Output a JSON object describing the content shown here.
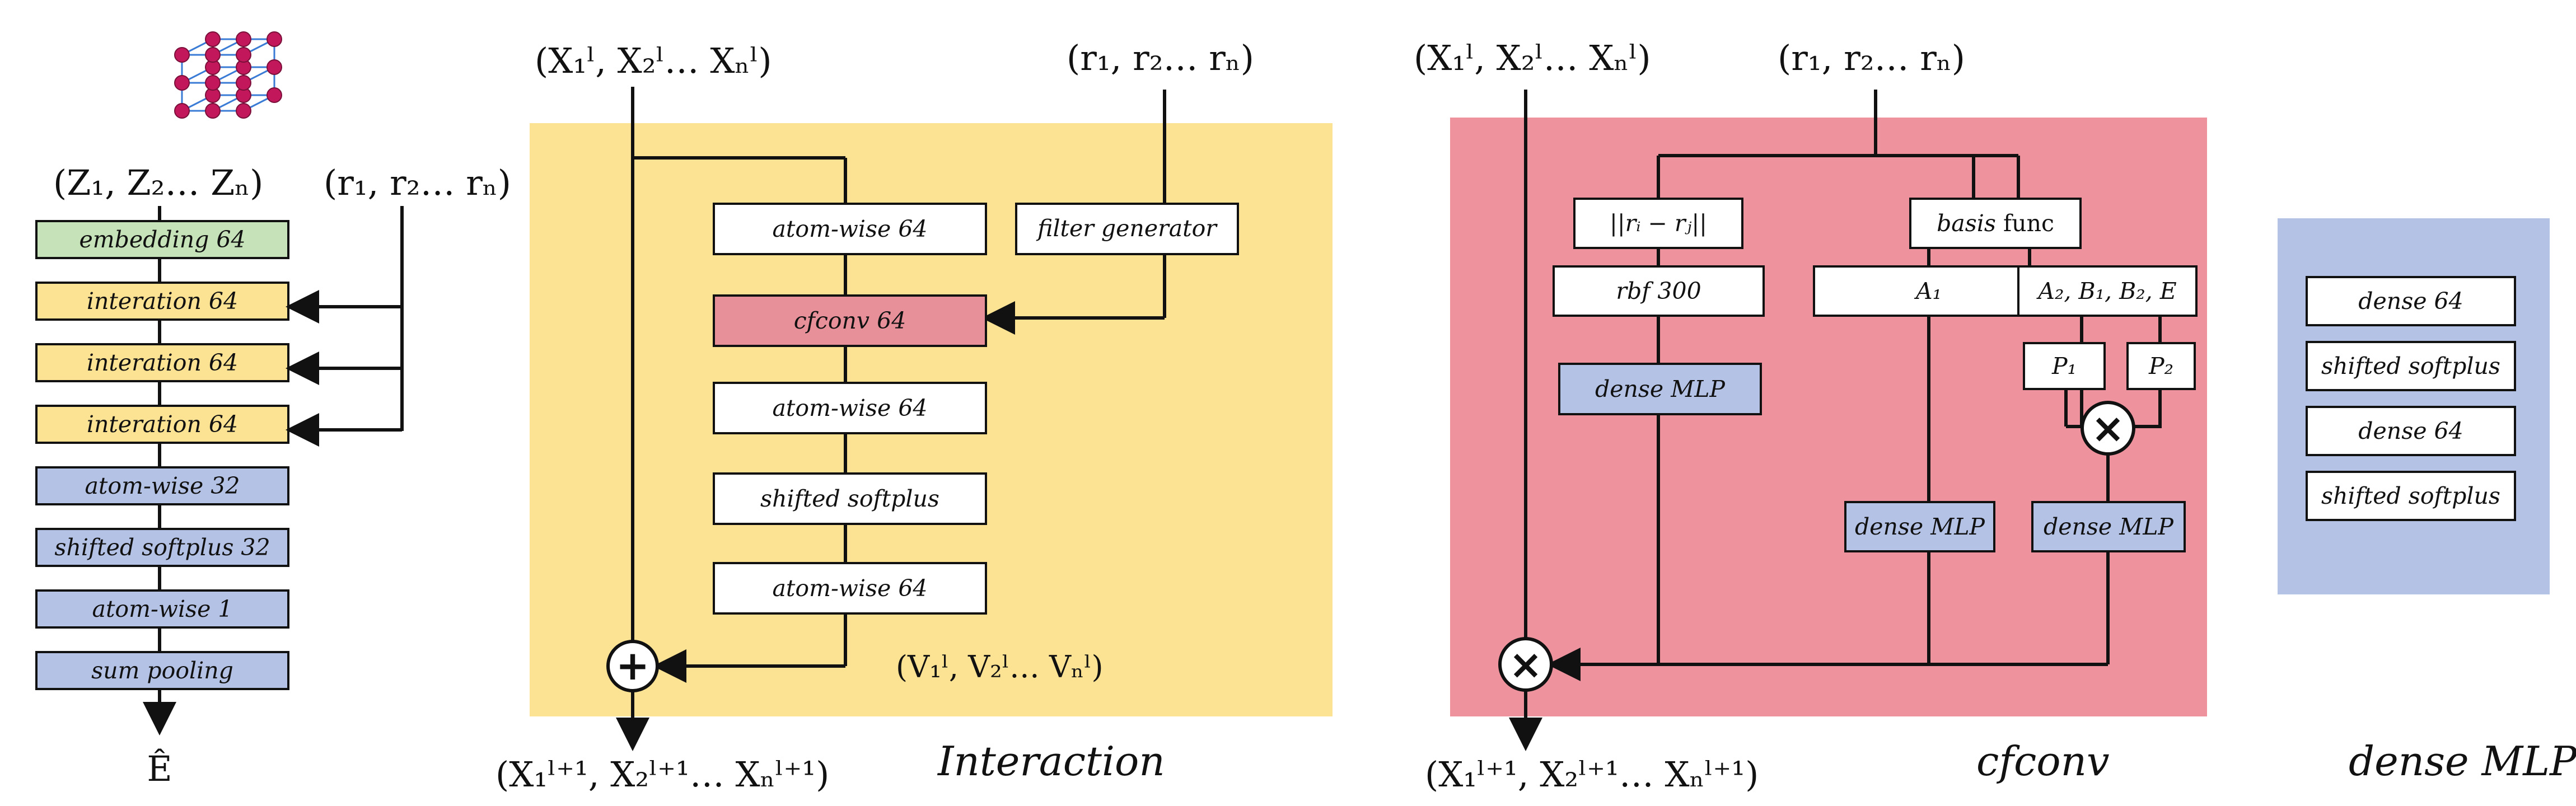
{
  "colors": {
    "embedding": "#c6e2b8",
    "interaction": "#fce293",
    "atomwise": "#b4c2e6",
    "interaction_panel": "#fce293",
    "cfconv_box": "#e8909a",
    "cfconv_panel": "#ee939d",
    "dense_panel": "#b4c2e6",
    "white_box": "#ffffff",
    "blue_box": "#b4c2e6",
    "crystal_atom": "#c2185b",
    "crystal_edge": "#3a7bd5"
  },
  "left": {
    "input_z": "(Z₁, Z₂… Zₙ)",
    "input_r": "(r₁, r₂… rₙ)",
    "blocks": [
      "embedding 64",
      "interation 64",
      "interation 64",
      "interation 64",
      "atom-wise 32",
      "shifted softplus 32",
      "atom-wise 1",
      "sum pooling"
    ],
    "output": "Ê"
  },
  "interaction": {
    "input_x": "(X₁ˡ, X₂ˡ… Xₙˡ)",
    "input_r": "(r₁, r₂… rₙ)",
    "blocks": [
      "atom-wise 64",
      "cfconv 64",
      "atom-wise 64",
      "shifted softplus",
      "atom-wise 64"
    ],
    "filter": "filter generator",
    "v_label": "(V₁ˡ, V₂ˡ… Vₙˡ)",
    "plus": "+",
    "output": "(X₁ˡ⁺¹, X₂ˡ⁺¹… Xₙˡ⁺¹)",
    "caption": "Interaction"
  },
  "cfconv": {
    "input_x": "(X₁ˡ, X₂ˡ… Xₙˡ)",
    "input_r": "(r₁, r₂… rₙ)",
    "dist": "||rᵢ − rⱼ||",
    "basis_italic": "basis",
    "basis_rest": " func",
    "rbf": "rbf 300",
    "a1": "A₁",
    "abe": "A₂, B₁, B₂, E",
    "p1": "P₁",
    "p2": "P₂",
    "dense_mlp": "dense MLP",
    "times": "×",
    "output": "(X₁ˡ⁺¹, X₂ˡ⁺¹… Xₙˡ⁺¹)",
    "caption": "cfconv"
  },
  "dense": {
    "blocks": [
      "dense 64",
      "shifted softplus",
      "dense 64",
      "shifted softplus"
    ],
    "caption": "dense MLP"
  }
}
